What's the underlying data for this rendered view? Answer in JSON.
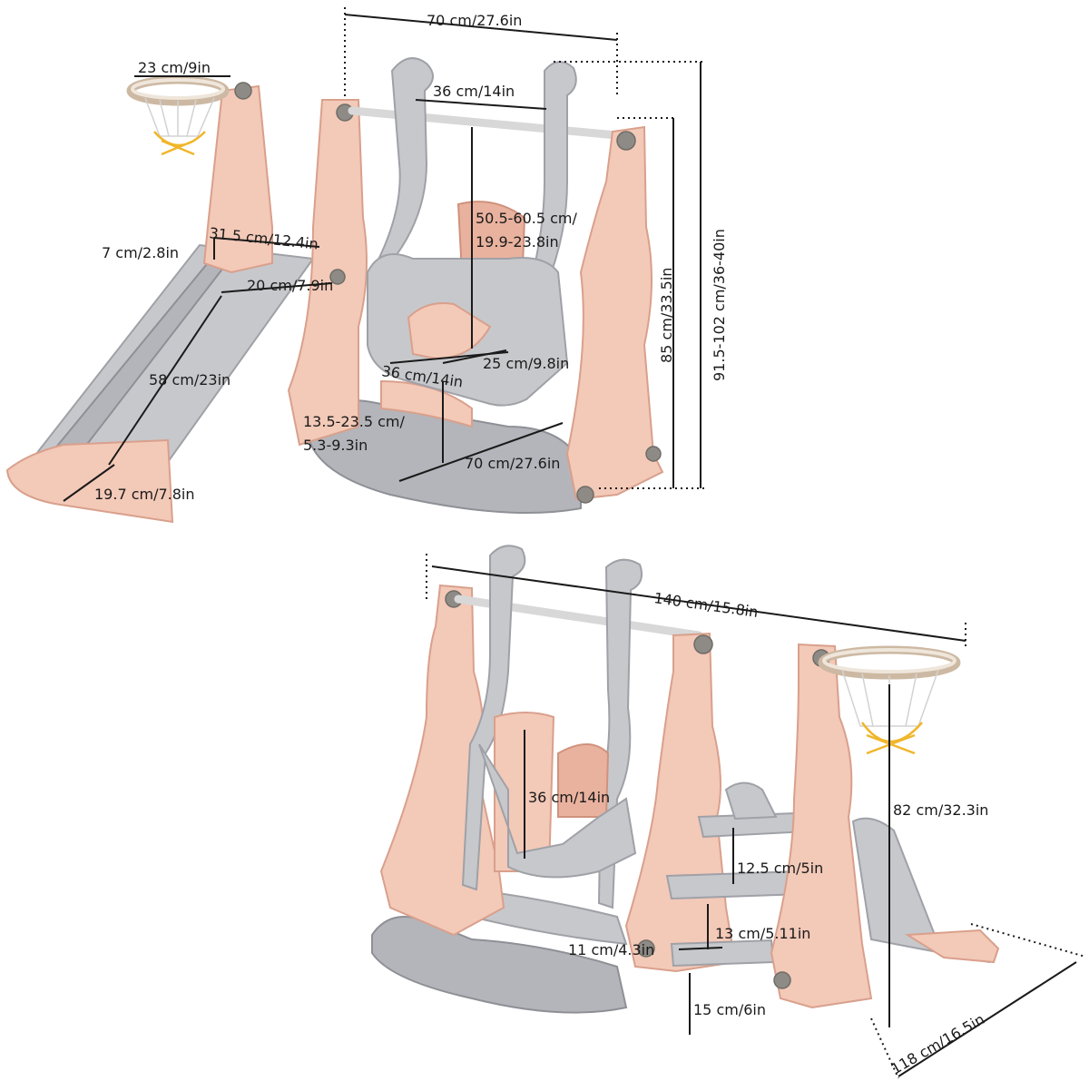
{
  "top_view": {
    "hoop_diameter": "23 cm/9in",
    "width_top": "70 cm/27.6in",
    "swing_frame_width": "36 cm/14in",
    "slide_length": "31.5 cm/12.4in",
    "slide_side_height": "7 cm/2.8in",
    "slide_width": "20 cm/7.9in",
    "rope_length_range": "50.5-60.5 cm/\n19.9-23.8in",
    "swing_height": "85 cm/33.5in",
    "total_height_range": "91.5-102 cm/36-40in",
    "slide_run": "58 cm/23in",
    "seat_width": "36 cm/14in",
    "seat_depth": "25 cm/9.8in",
    "seat_height_range": "13.5-23.5 cm/\n5.3-9.3in",
    "base_width": "70 cm/27.6in",
    "slide_end_width": "19.7 cm/7.8in"
  },
  "bottom_view": {
    "total_length": "140 cm/15.8in",
    "seat_back_height": "36 cm/14in",
    "hoop_height": "82 cm/32.3in",
    "step_spacing": "12.5 cm/5in",
    "step_depth": "11 cm/4.3in",
    "step_spacing_2": "13 cm/5.11in",
    "step_bottom": "15 cm/6in",
    "total_depth": "118 cm/16.5in"
  },
  "colors": {
    "frame_pink": "#f3c9b8",
    "frame_grey": "#c7c8cc",
    "net_orange": "#f0b62a",
    "bolt": "#8e8b86"
  }
}
